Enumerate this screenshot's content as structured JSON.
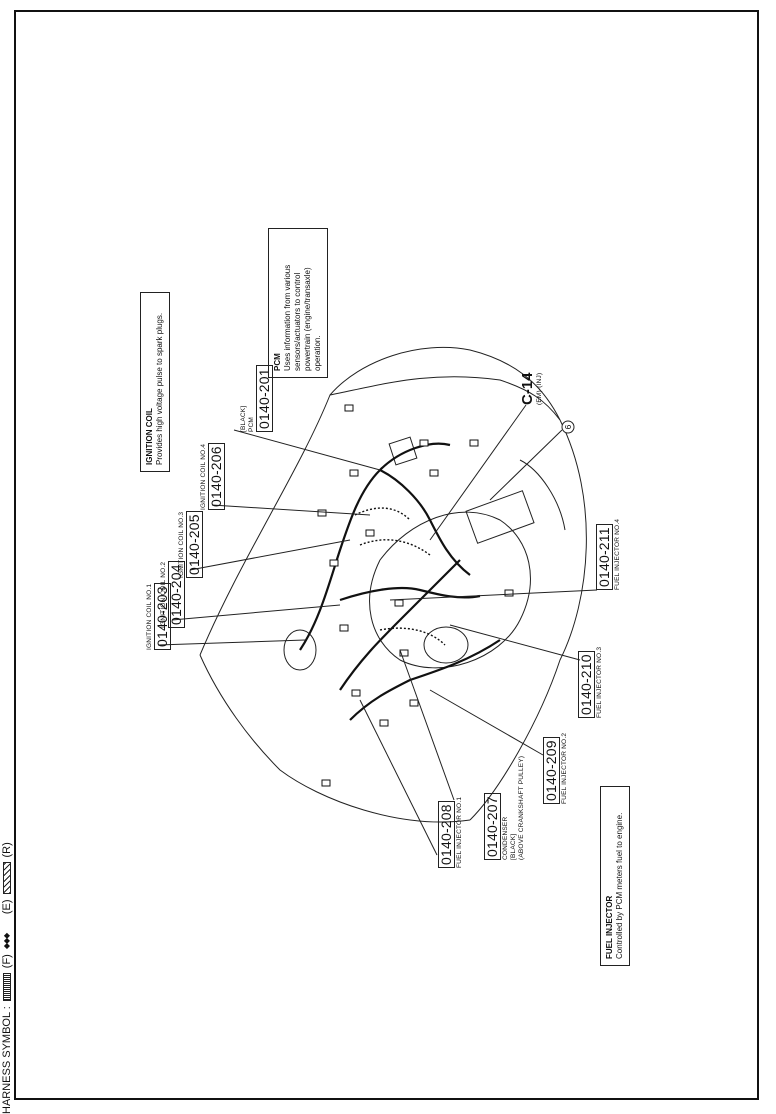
{
  "harness": {
    "prefix": "HARNESS SYMBOL :",
    "f": "(F)",
    "e": "(E)",
    "r": "(R)",
    "e_glyph": "◆◆◆"
  },
  "connectors": {
    "c201": {
      "code": "0140-201",
      "label": "PCM",
      "note": "[BLACK]"
    },
    "c203": {
      "code": "0140-203",
      "label": "IGNITION COIL NO.1"
    },
    "c204": {
      "code": "0140-204",
      "label": "IGNITION COIL NO.2"
    },
    "c205": {
      "code": "0140-205",
      "label": "IGNITION COIL NO.3"
    },
    "c206": {
      "code": "0140-206",
      "label": "IGNITION COIL NO.4"
    },
    "c207": {
      "code": "0140-207",
      "label": "CONDENSER",
      "note": "[BLACK]",
      "note2": "(ABOVE CRANKSHAFT PULLEY)"
    },
    "c208": {
      "code": "0140-208",
      "label": "FUEL INJECTOR NO.1"
    },
    "c209": {
      "code": "0140-209",
      "label": "FUEL INJECTOR NO.2"
    },
    "c210": {
      "code": "0140-210",
      "label": "FUEL INJECTOR NO.3"
    },
    "c211": {
      "code": "0140-211",
      "label": "FUEL INJECTOR NO.4"
    }
  },
  "c14": {
    "code": "C-14",
    "sub": "(EM)-(INJ)"
  },
  "circle_ref": "6",
  "notes": {
    "ignition": {
      "title": "IGNITION COIL",
      "text": "Provides high voltage pulse to spark plugs."
    },
    "pcm": {
      "title": "PCM",
      "lines": [
        "Uses information from various",
        "sensors/actuators to control",
        "powertrain (engine/transaxle)",
        "operation."
      ]
    },
    "fuel": {
      "title": "FUEL INJECTOR",
      "text": "Controlled by PCM meters fuel to engine."
    }
  }
}
